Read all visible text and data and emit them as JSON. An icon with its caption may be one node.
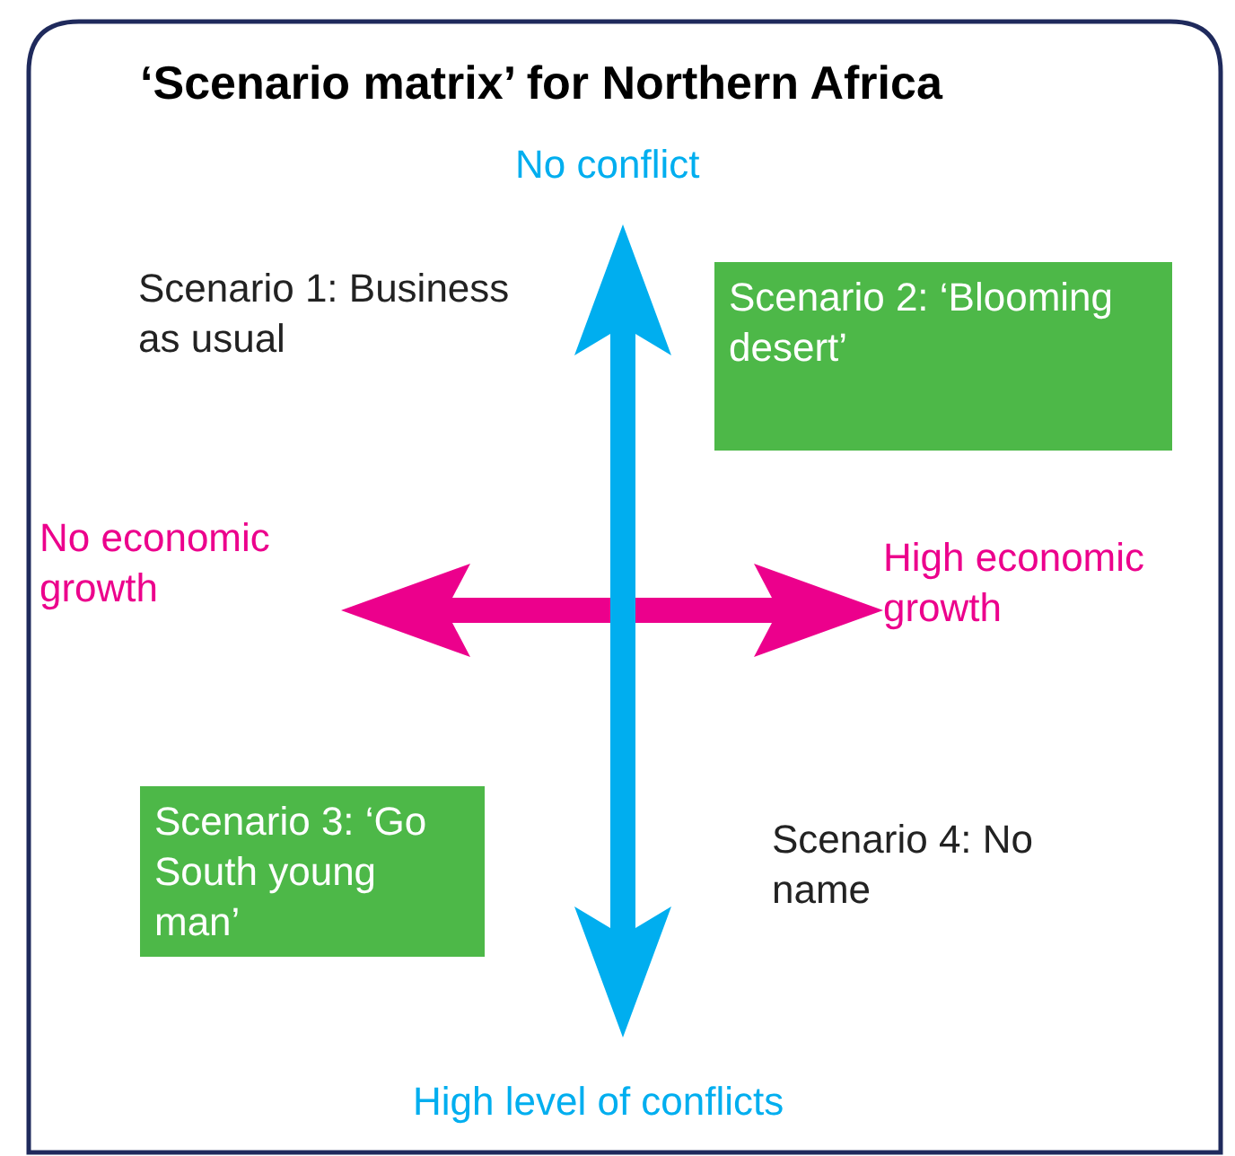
{
  "diagram": {
    "title": "‘Scenario matrix’ for Northern Africa",
    "nodes": [
      {
        "text": [
          "Scenario 2: ‘Blooming desert’"
        ]
      },
      {
        "text": [
          "Scenario 3: ‘Go South young man’"
        ]
      }
    ],
    "labels": [
      "No conflict",
      "Scenario 1: Business as usual",
      "No economic growth",
      "High economic growth",
      "Scenario 4: No name",
      "High level of conflicts"
    ]
  }
}
